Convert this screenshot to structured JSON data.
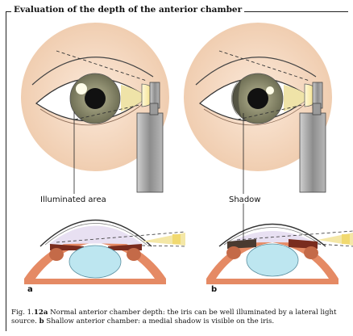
{
  "title": "Evaluation of the depth of the anterior chamber",
  "labels": {
    "illuminated_area": "Illuminated area",
    "shadow": "Shadow"
  },
  "panels": {
    "a": "a",
    "b": "b"
  },
  "caption": {
    "fig_prefix": "Fig. 1.",
    "fig_number": "12a",
    "part_a_text": " Normal anterior chamber depth: the iris can be well illuminated by a lateral light source. ",
    "b_letter": "b",
    "part_b_text": " Shallow anterior chamber: a medial shadow is visible on the iris."
  },
  "colors": {
    "skin": "#f4d9c2",
    "iris": "#8a8a6c",
    "light_beam": "#f3e6a0",
    "lamp": "#a9a9a9",
    "chamber": "#e6def0",
    "lens": "#bfe6ef",
    "eye_wall": "#e07a58"
  }
}
